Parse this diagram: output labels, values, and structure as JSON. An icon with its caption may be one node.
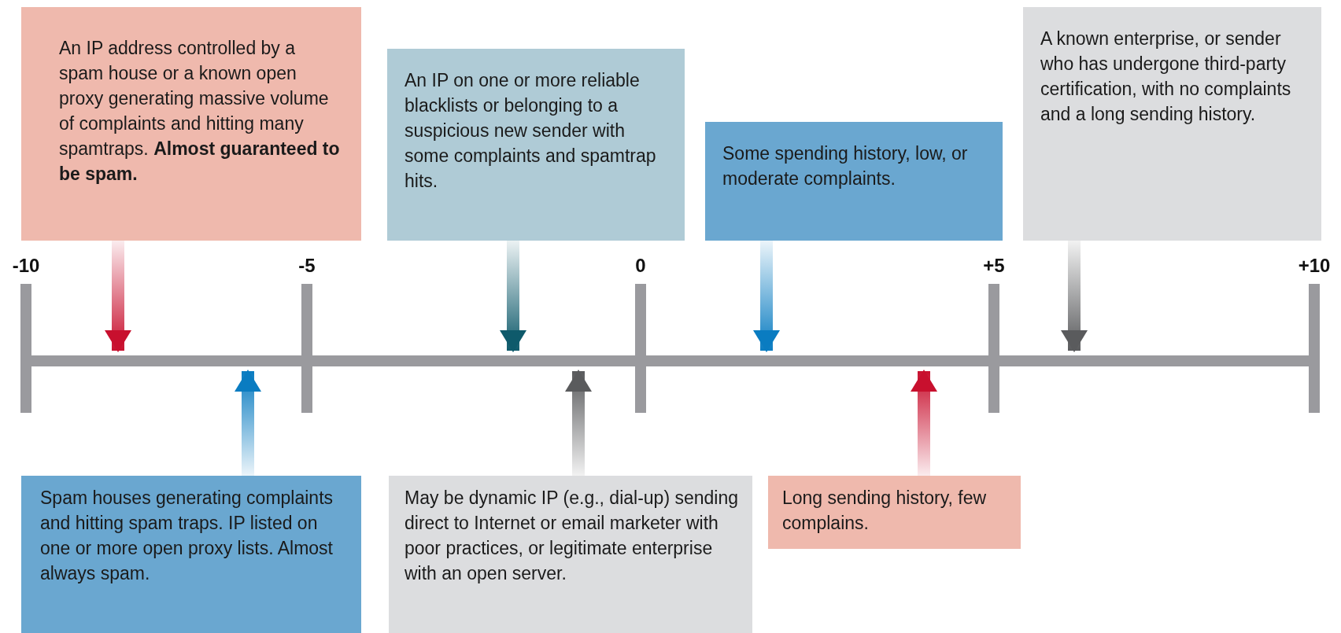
{
  "diagram": {
    "nodes": [
      {
        "text": [
          "An IP address controlled by a spam house or a known open proxy generating massive volume of complaints and hitting many spamtraps. **Almost guaranteed to be spam.**"
        ]
      },
      {
        "text": [
          "An IP on one or more reliable blacklists or belonging to a suspicious new sender with some complaints and spamtrap hits."
        ]
      },
      {
        "text": [
          "Some spending history, low, or moderate complaints."
        ]
      },
      {
        "text": [
          "A known enterprise, or sender who has undergone third-party certification, with no complaints and a long sending history."
        ]
      },
      {
        "text": [
          "Spam houses generating complaints and hitting spam traps. IP listed on one or more open proxy lists. Almost always spam."
        ]
      },
      {
        "text": [
          "May be dynamic IP (e.g., dial-up) sending direct to Internet or email marketer with poor practices, or legitimate enterprise with an open server."
        ]
      },
      {
        "text": [
          "Long sending history, few complains."
        ]
      }
    ],
    "edges": [
      {
        "from": 0,
        "to": null,
        "arrow": "to",
        "color": "#c8102e"
      },
      {
        "from": 1,
        "to": null,
        "arrow": "to",
        "color": "#0e5a6b"
      },
      {
        "from": 2,
        "to": null,
        "arrow": "to",
        "color": "#0a7cc1"
      },
      {
        "from": 3,
        "to": null,
        "arrow": "to",
        "color": "#5a5b5d"
      },
      {
        "from": 4,
        "to": null,
        "arrow": "to",
        "color": "#0a7cc1"
      },
      {
        "from": 5,
        "to": null,
        "arrow": "to",
        "color": "#5a5b5d"
      },
      {
        "from": 6,
        "to": null,
        "arrow": "to",
        "color": "#c8102e"
      }
    ],
    "labels": [
      "-10",
      "-5",
      "0",
      "+5",
      "+10"
    ]
  }
}
